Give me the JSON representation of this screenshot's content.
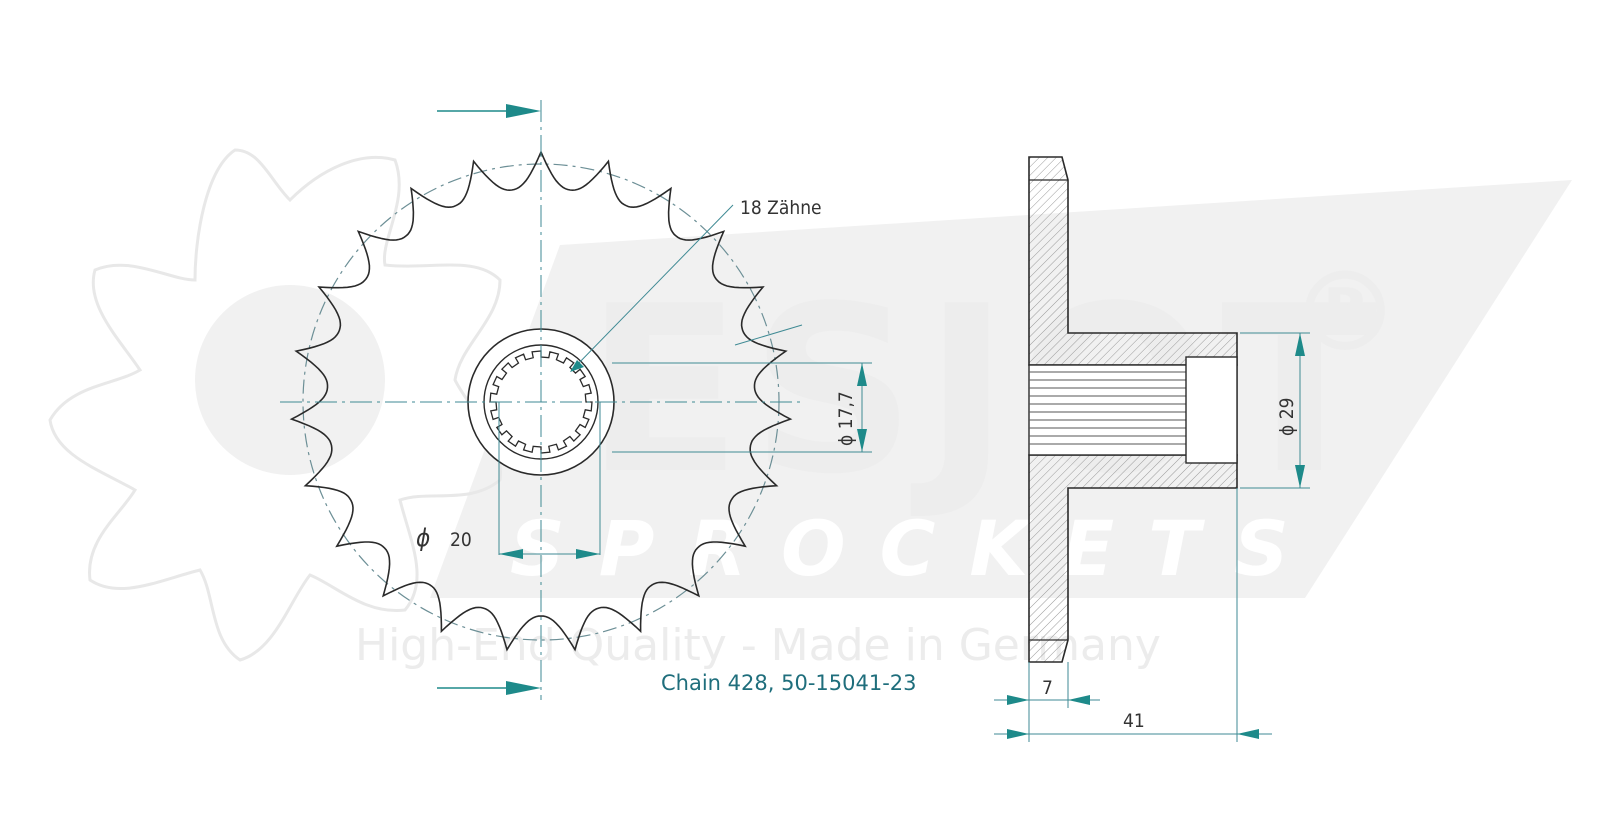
{
  "watermark": {
    "brand": "ESJOT",
    "registered_mark": "®",
    "subtitle": "SPROCKETS",
    "tagline": "High-End Quality - Made in Germany"
  },
  "annotations": {
    "teeth_label": "18 Zähne",
    "hub_diameter_symbol": "ϕ",
    "hub_diameter_value": "20",
    "spline_diameter_label": "ϕ 17,7",
    "collar_diameter_label": "ϕ 29",
    "plate_thickness_value": "7",
    "overall_length_value": "41"
  },
  "caption": "Chain 428, 50-15041-23",
  "colors": {
    "outline": "#2a2a2a",
    "dimension": "#3f8a94",
    "arrow": "#1e8a8a",
    "watermark": "#eeeeee"
  }
}
